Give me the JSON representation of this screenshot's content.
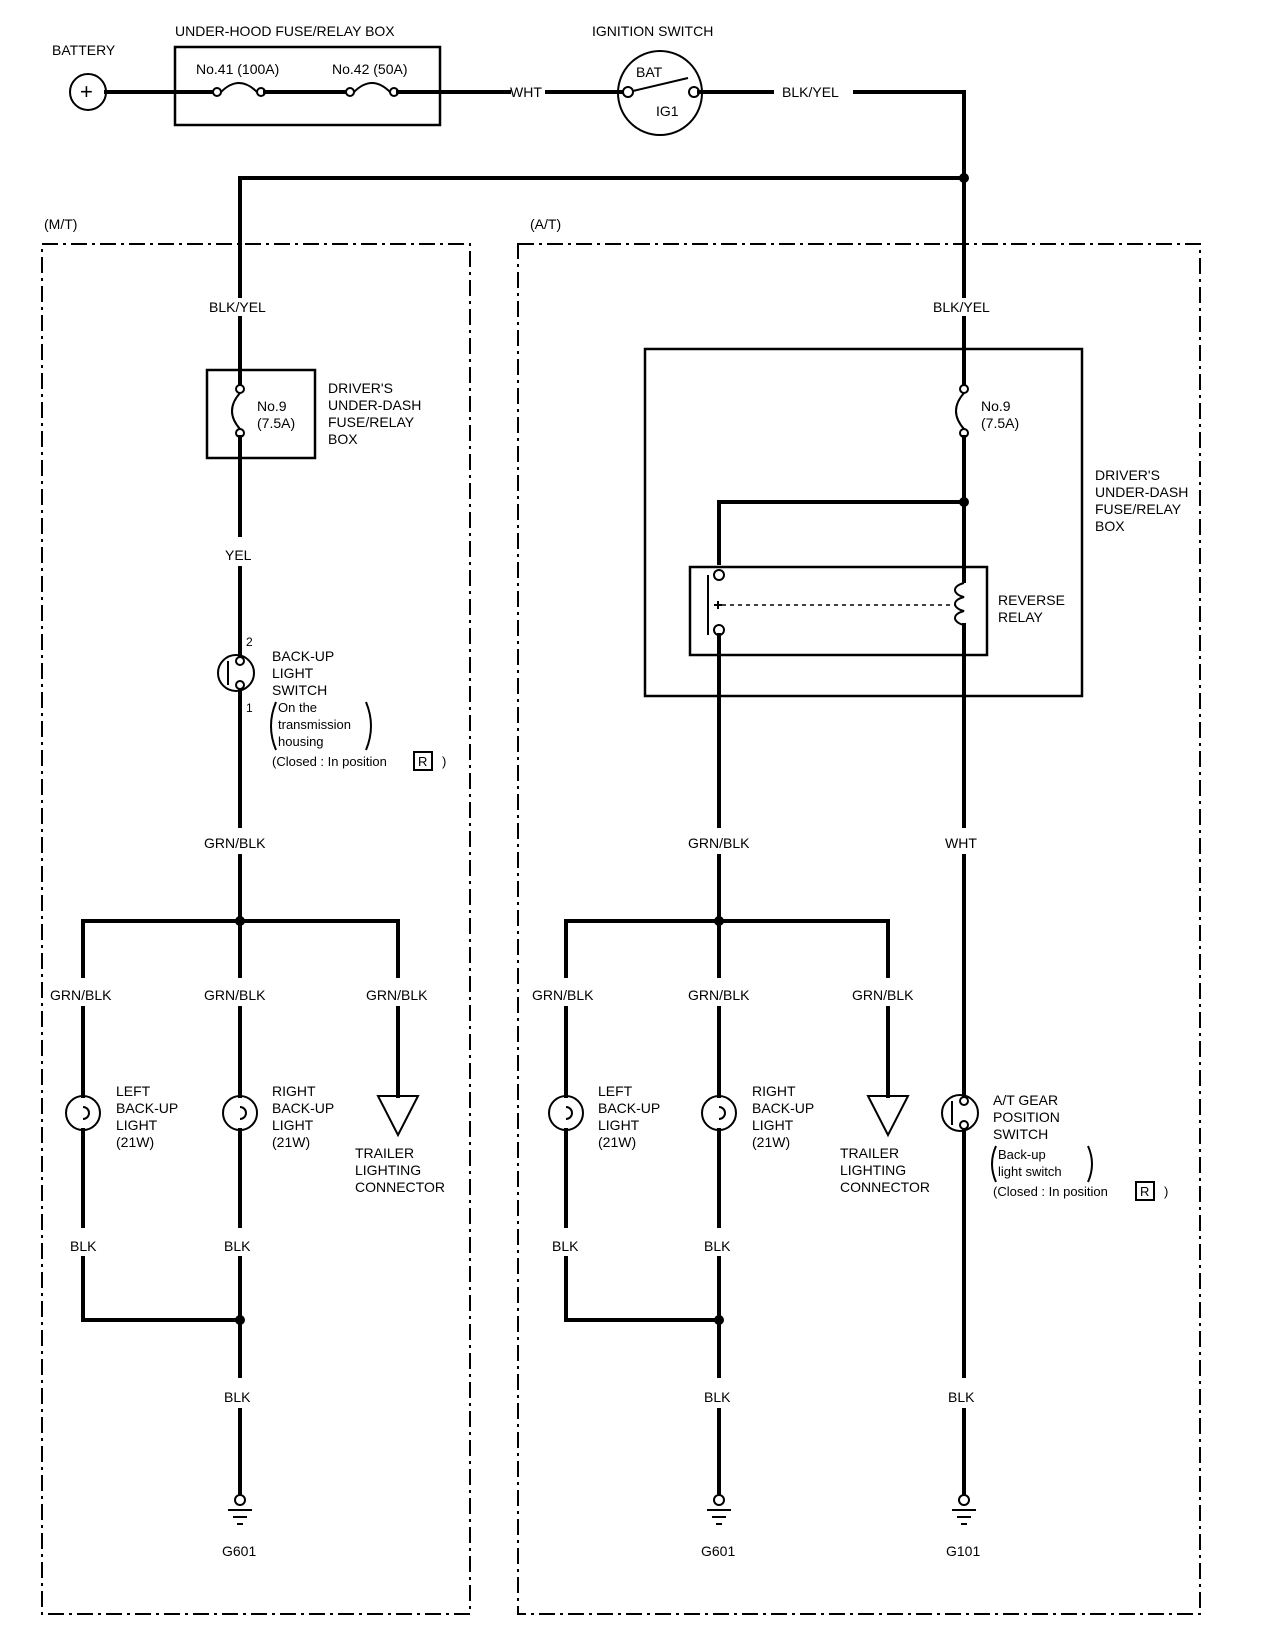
{
  "battery": {
    "label": "BATTERY",
    "symbol": "+"
  },
  "underhood": {
    "title": "UNDER-HOOD FUSE/RELAY BOX",
    "fuse1": "No.41 (100A)",
    "fuse2": "No.42 (50A)"
  },
  "ignition": {
    "title": "IGNITION SWITCH",
    "bat": "BAT",
    "ig1": "IG1"
  },
  "wires": {
    "wht": "WHT",
    "blk_yel": "BLK/YEL",
    "yel": "YEL",
    "grn_blk": "GRN/BLK",
    "blk": "BLK"
  },
  "mt": {
    "section": "(M/T)",
    "fuse": {
      "line1": "No.9",
      "line2": "(7.5A)"
    },
    "box": [
      "DRIVER'S",
      "UNDER-DASH",
      "FUSE/RELAY",
      "BOX"
    ],
    "switch": {
      "pin_top": "2",
      "pin_bottom": "1",
      "lines": [
        "BACK-UP",
        "LIGHT",
        "SWITCH"
      ],
      "note": [
        "On the",
        "transmission",
        "housing"
      ],
      "closed": "(Closed : In position",
      "position": "R",
      "close_paren": ")"
    },
    "left_light": [
      "LEFT",
      "BACK-UP",
      "LIGHT",
      "(21W)"
    ],
    "right_light": [
      "RIGHT",
      "BACK-UP",
      "LIGHT",
      "(21W)"
    ],
    "trailer": [
      "TRAILER",
      "LIGHTING",
      "CONNECTOR"
    ],
    "ground": "G601"
  },
  "at": {
    "section": "(A/T)",
    "fuse": {
      "line1": "No.9",
      "line2": "(7.5A)"
    },
    "box": [
      "DRIVER'S",
      "UNDER-DASH",
      "FUSE/RELAY",
      "BOX"
    ],
    "relay": [
      "REVERSE",
      "RELAY"
    ],
    "left_light": [
      "LEFT",
      "BACK-UP",
      "LIGHT",
      "(21W)"
    ],
    "right_light": [
      "RIGHT",
      "BACK-UP",
      "LIGHT",
      "(21W)"
    ],
    "trailer": [
      "TRAILER",
      "LIGHTING",
      "CONNECTOR"
    ],
    "gear_switch": {
      "lines": [
        "A/T GEAR",
        "POSITION",
        "SWITCH"
      ],
      "note": [
        "Back-up",
        "light switch"
      ],
      "closed": "(Closed : In position",
      "position": "R",
      "close_paren": ")"
    },
    "ground_left": "G601",
    "ground_right": "G101"
  }
}
